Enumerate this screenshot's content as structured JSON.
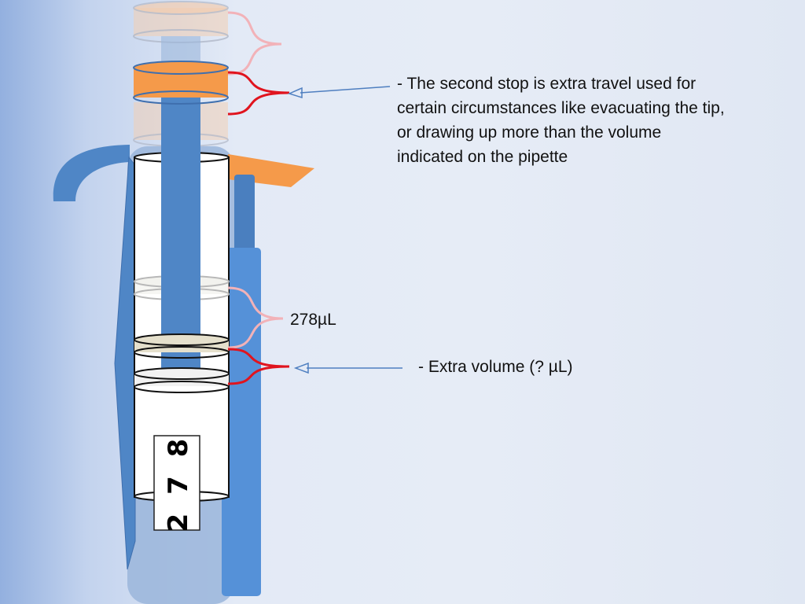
{
  "slide": {
    "colors": {
      "background": "#e3eaf6",
      "pipette_body": "#4f86c6",
      "plunger_active": "#f59a4a",
      "bracket_active": "#e0141e",
      "bracket_faded": "#f2b2b8",
      "arrow": "#4f7fc0"
    }
  },
  "annotations": {
    "second_stop_note": "- The second stop is extra travel used for certain circumstances like evacuating the tip, or drawing up more than the volume indicated on the pipette",
    "volume_label": "278µL",
    "extra_volume_note": "- Extra volume (? µL)"
  },
  "pipette": {
    "counter_display": "2 7 8"
  }
}
